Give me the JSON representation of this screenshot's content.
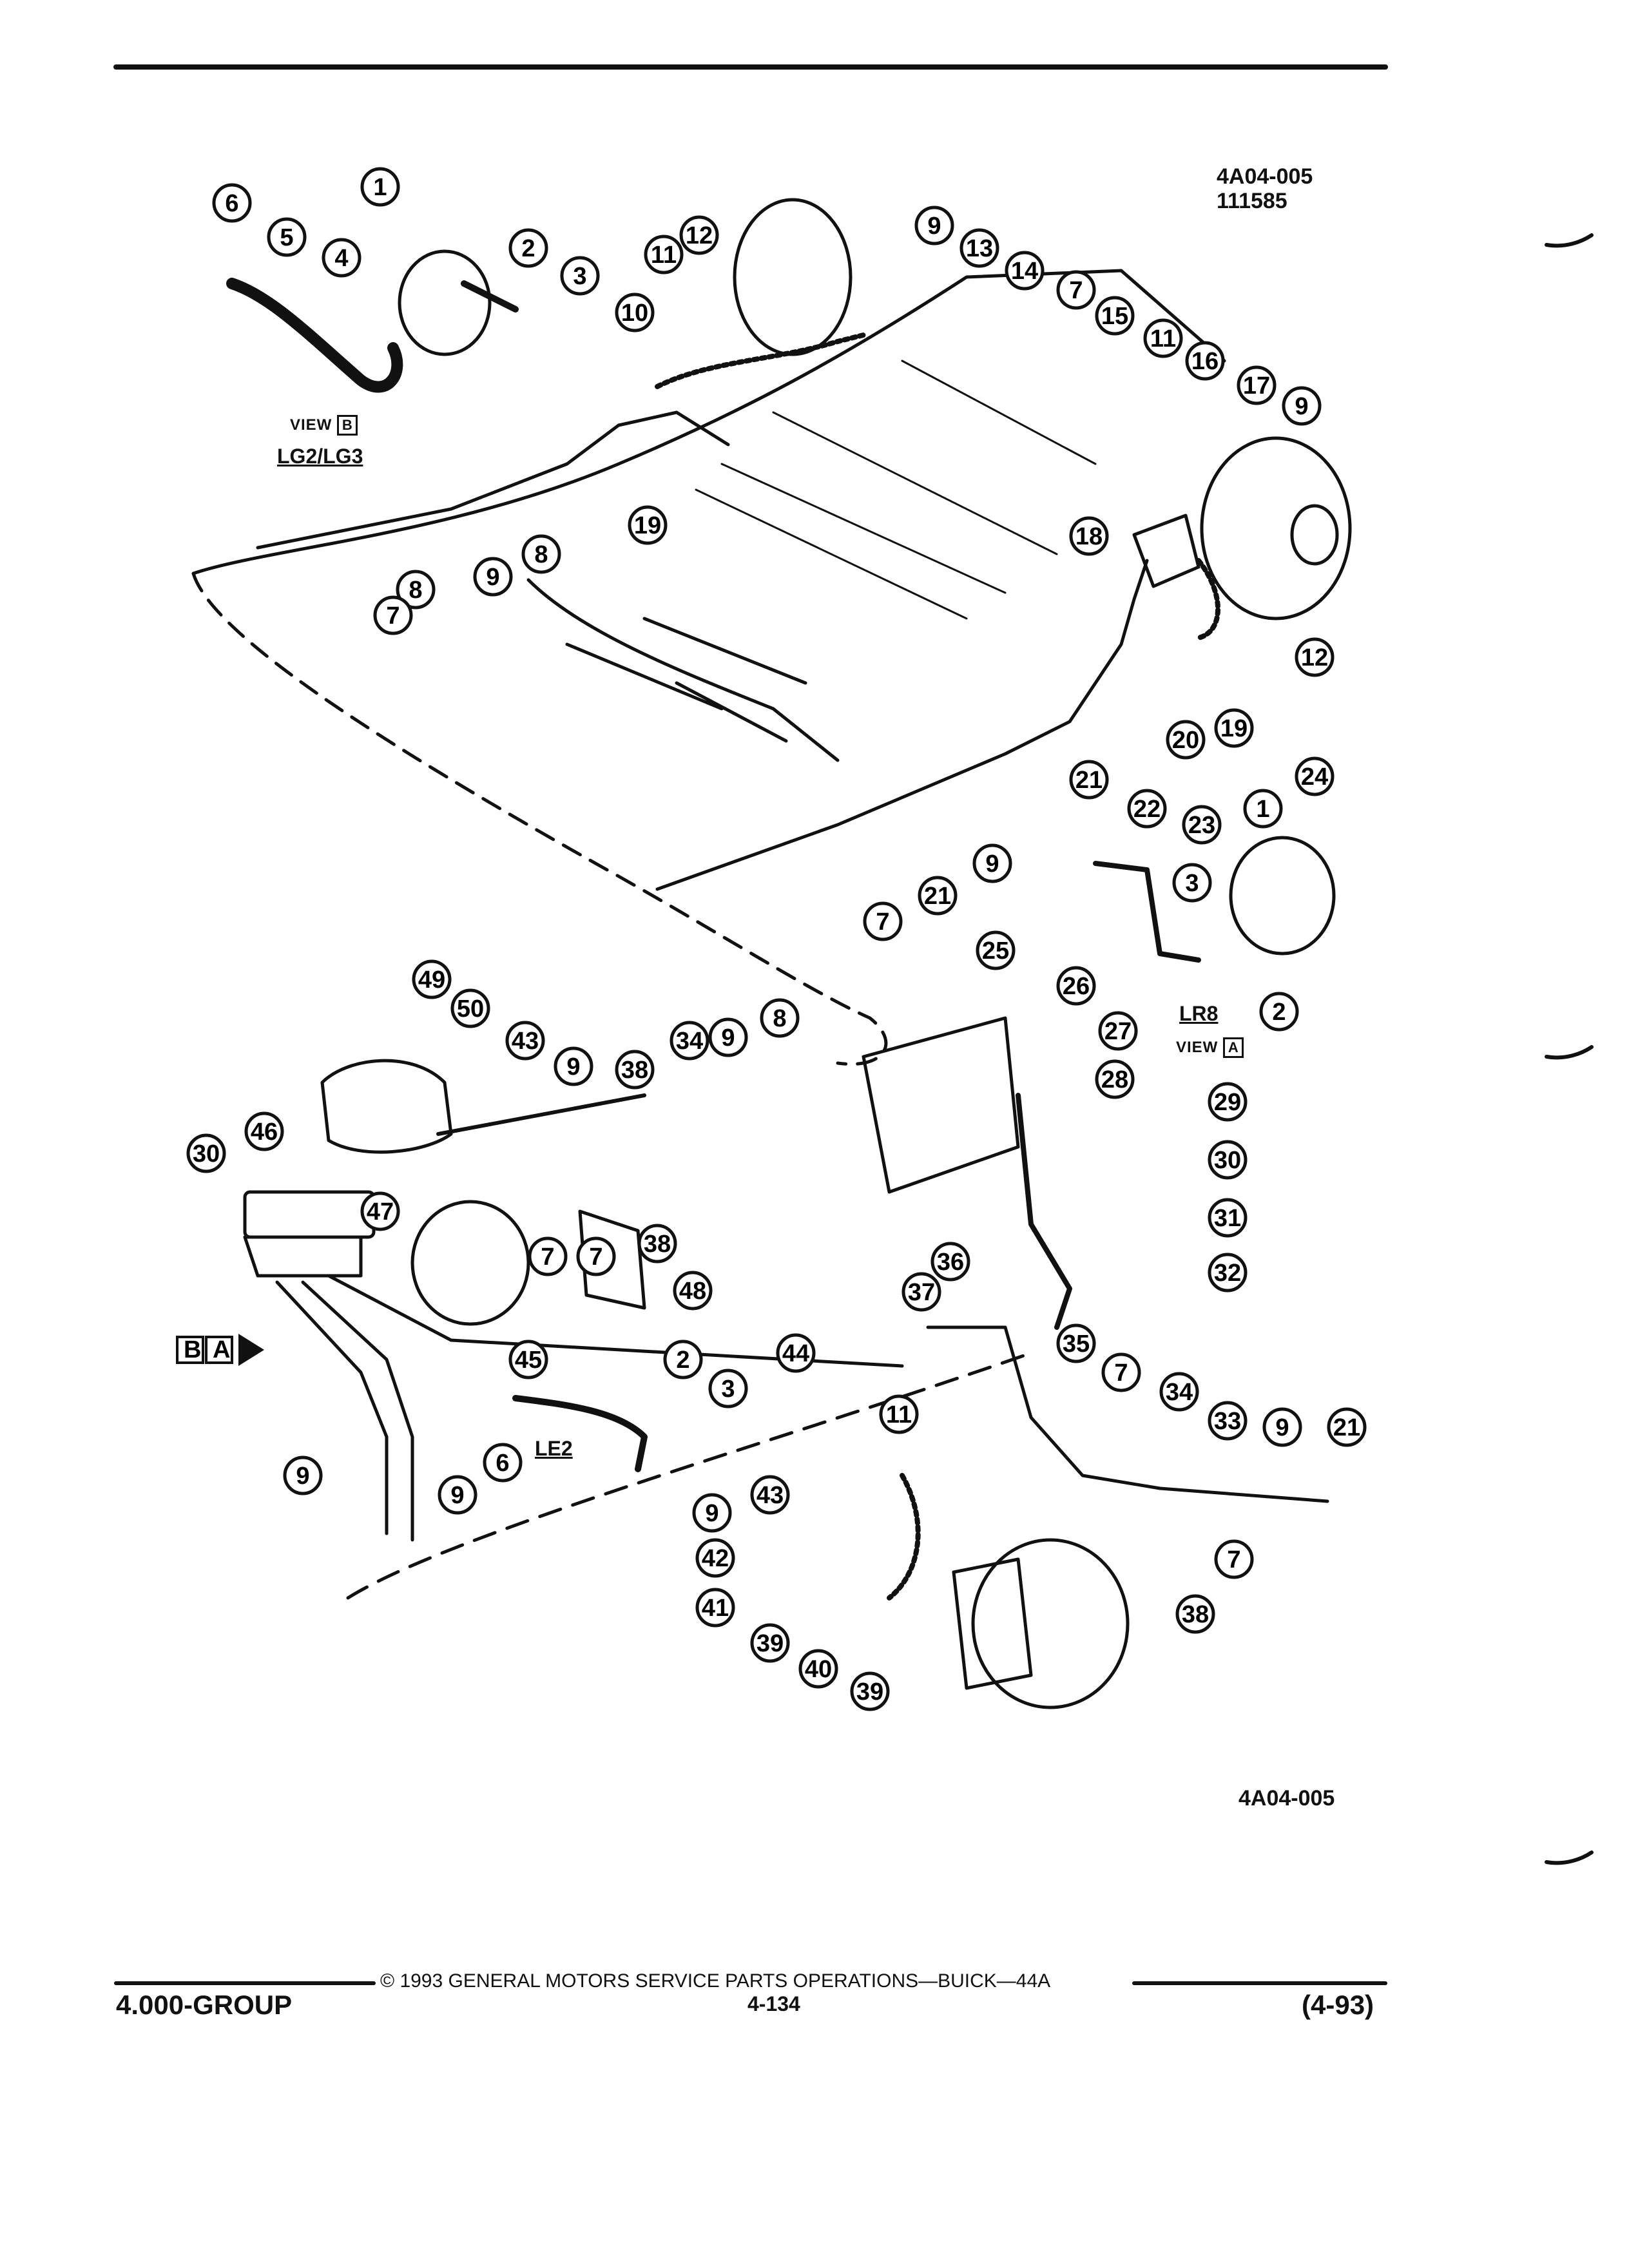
{
  "figure": {
    "code_top_1": "4A04-005",
    "code_top_2": "111585",
    "code_bottom": "4A04-005"
  },
  "labels": {
    "view_b_word": "VIEW",
    "view_b_letter": "B",
    "lg": "LG2/LG3",
    "lr8": "LR8",
    "view_a_word": "VIEW",
    "view_a_letter": "A",
    "le2": "LE2",
    "arrow_b": "B",
    "arrow_a": "A"
  },
  "footer": {
    "copyright": "© 1993 GENERAL MOTORS SERVICE PARTS OPERATIONS—BUICK—44A",
    "group": "4.000-GROUP",
    "page": "4-134",
    "date": "(4-93)"
  },
  "callouts": [
    {
      "n": "1"
    },
    {
      "n": "2"
    },
    {
      "n": "3"
    },
    {
      "n": "4"
    },
    {
      "n": "5"
    },
    {
      "n": "6"
    },
    {
      "n": "9"
    },
    {
      "n": "11"
    },
    {
      "n": "12"
    },
    {
      "n": "13"
    },
    {
      "n": "14"
    },
    {
      "n": "7"
    },
    {
      "n": "15"
    },
    {
      "n": "11"
    },
    {
      "n": "16"
    },
    {
      "n": "17"
    },
    {
      "n": "9"
    },
    {
      "n": "10"
    },
    {
      "n": "18"
    },
    {
      "n": "12"
    },
    {
      "n": "19"
    },
    {
      "n": "20"
    },
    {
      "n": "21"
    },
    {
      "n": "19"
    },
    {
      "n": "8"
    },
    {
      "n": "9"
    },
    {
      "n": "8"
    },
    {
      "n": "7"
    },
    {
      "n": "22"
    },
    {
      "n": "23"
    },
    {
      "n": "1"
    },
    {
      "n": "24"
    },
    {
      "n": "3"
    },
    {
      "n": "9"
    },
    {
      "n": "21"
    },
    {
      "n": "7"
    },
    {
      "n": "25"
    },
    {
      "n": "26"
    },
    {
      "n": "2"
    },
    {
      "n": "27"
    },
    {
      "n": "28"
    },
    {
      "n": "29"
    },
    {
      "n": "49"
    },
    {
      "n": "50"
    },
    {
      "n": "43"
    },
    {
      "n": "9"
    },
    {
      "n": "38"
    },
    {
      "n": "34"
    },
    {
      "n": "9"
    },
    {
      "n": "8"
    },
    {
      "n": "30"
    },
    {
      "n": "46"
    },
    {
      "n": "47"
    },
    {
      "n": "7"
    },
    {
      "n": "7"
    },
    {
      "n": "38"
    },
    {
      "n": "30"
    },
    {
      "n": "31"
    },
    {
      "n": "32"
    },
    {
      "n": "36"
    },
    {
      "n": "48"
    },
    {
      "n": "37"
    },
    {
      "n": "44"
    },
    {
      "n": "35"
    },
    {
      "n": "2"
    },
    {
      "n": "45"
    },
    {
      "n": "3"
    },
    {
      "n": "7"
    },
    {
      "n": "34"
    },
    {
      "n": "11"
    },
    {
      "n": "33"
    },
    {
      "n": "9"
    },
    {
      "n": "21"
    },
    {
      "n": "9"
    },
    {
      "n": "6"
    },
    {
      "n": "9"
    },
    {
      "n": "43"
    },
    {
      "n": "9"
    },
    {
      "n": "42"
    },
    {
      "n": "7"
    },
    {
      "n": "41"
    },
    {
      "n": "38"
    },
    {
      "n": "39"
    },
    {
      "n": "40"
    },
    {
      "n": "39"
    }
  ]
}
